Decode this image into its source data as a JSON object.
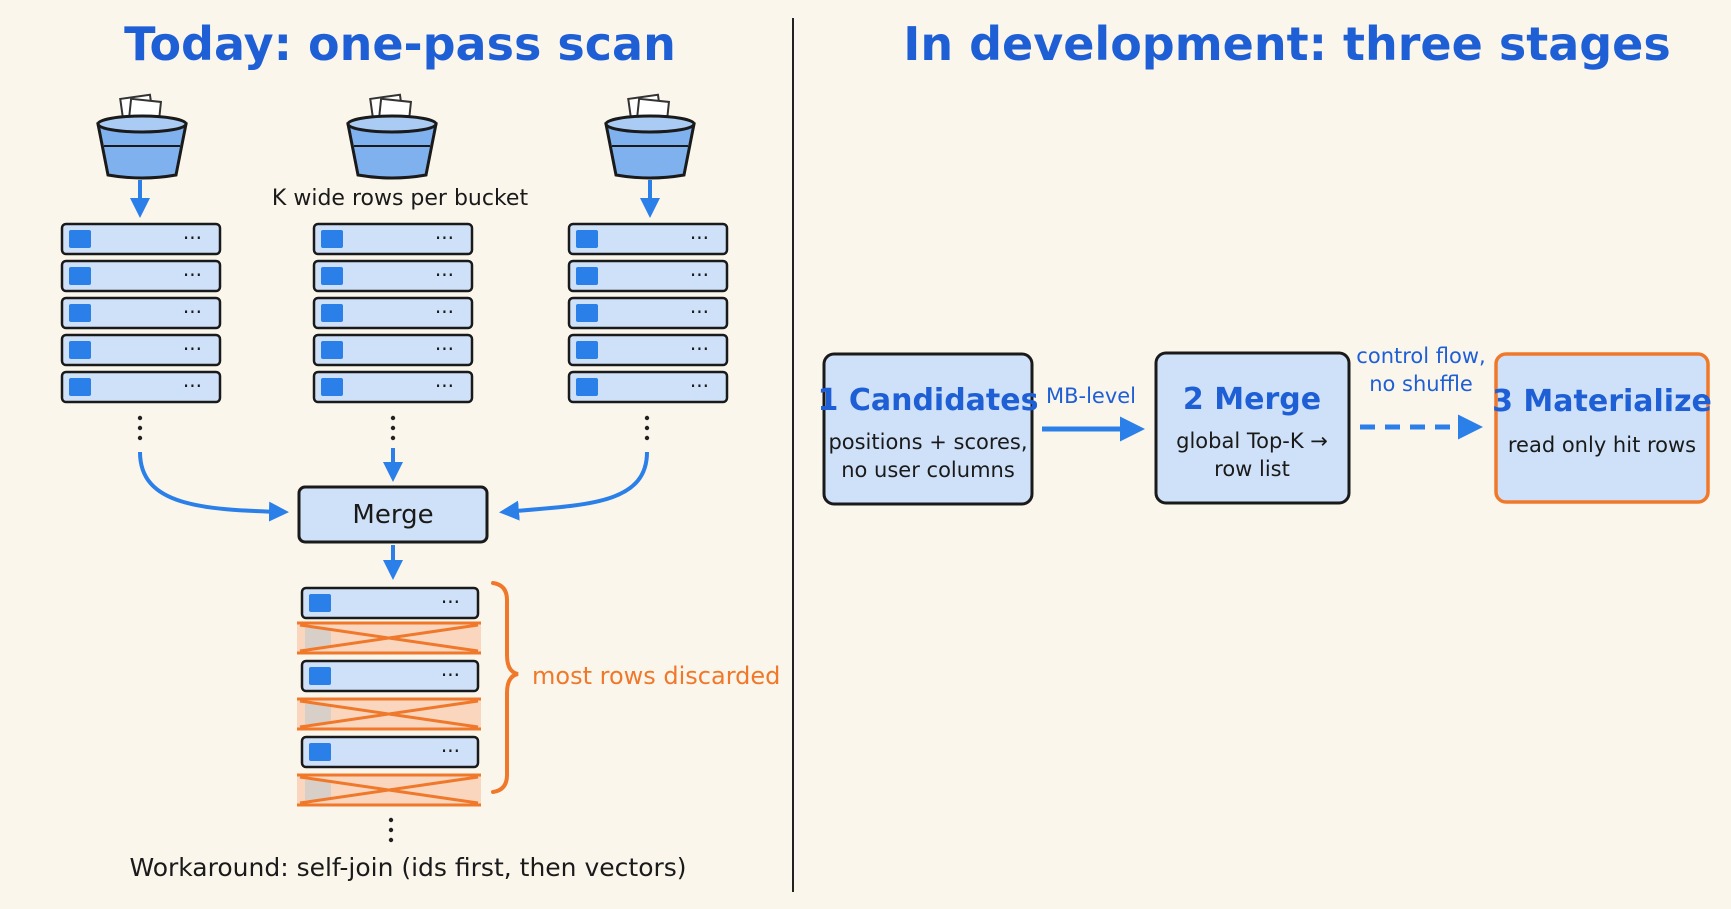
{
  "left_panel": {
    "title": "Today: one-pass scan",
    "bucket_label": "K wide rows per bucket",
    "row_ellipsis": "···",
    "merge_label": "Merge",
    "discard_label": "most rows discarded",
    "workaround": "Workaround: self-join (ids first, then vectors)"
  },
  "right_panel": {
    "title": "In development: three stages",
    "stages": [
      {
        "title": "1  Candidates",
        "line1": "positions + scores,",
        "line2": "no user columns"
      },
      {
        "title": "2  Merge",
        "line1": "global Top-K →",
        "line2": "row list"
      },
      {
        "title": "3  Materialize",
        "line1": "read only hit rows",
        "line2": ""
      }
    ],
    "arrow1_label": "MB-level",
    "arrow2_label_line1": "control flow,",
    "arrow2_label_line2": "no shuffle"
  },
  "colors": {
    "accent_blue": "#1f5fd6",
    "arrow_blue": "#2b7fe8",
    "row_fill": "#cfe1f8",
    "discard_orange": "#f0782a",
    "background": "#fbf6ec"
  },
  "icons": [
    "bucket-icon",
    "arrow-icon"
  ]
}
